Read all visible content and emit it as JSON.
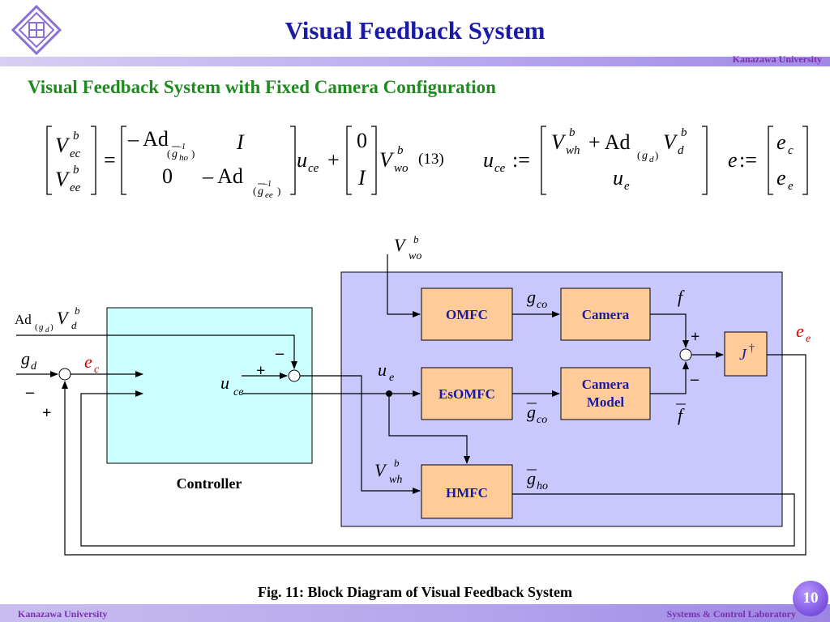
{
  "header": {
    "title": "Visual Feedback System",
    "university": "Kanazawa University",
    "logo_icon": "university-emblem-icon"
  },
  "subtitle": "Visual Feedback System with Fixed Camera Configuration",
  "equation": {
    "number": "(13)"
  },
  "diagram": {
    "blocks": {
      "omfc": "OMFC",
      "camera": "Camera",
      "esomfc": "EsOMFC",
      "camera_model_line1": "Camera",
      "camera_model_line2": "Model",
      "jdagger": "J",
      "hmfc": "HMFC",
      "controller": "Controller"
    },
    "signs": {
      "plus": "+",
      "minus": "–"
    },
    "colors": {
      "system_bg": "#c8c8ff",
      "controller_bg": "#ccffff",
      "block_bg": "#ffcc99",
      "label_red": "#e00000",
      "title_blue": "#1a1aa6",
      "subtitle_green": "#1f8a1f"
    }
  },
  "caption": "Fig. 11: Block Diagram of Visual Feedback System",
  "footer": {
    "university": "Kanazawa University",
    "lab": "Systems & Control Laboratory",
    "page_number": "10"
  }
}
